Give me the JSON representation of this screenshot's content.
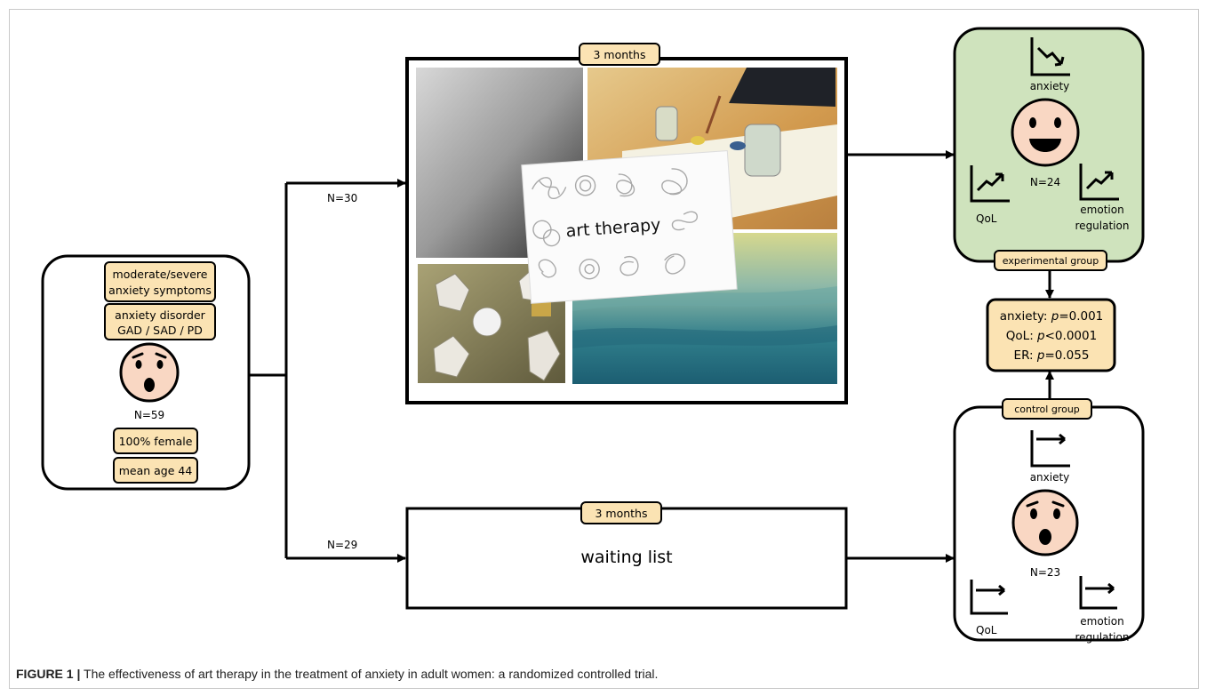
{
  "participants": {
    "tags": [
      "moderate/severe",
      "anxiety symptoms",
      "anxiety disorder",
      "GAD / SAD / PD"
    ],
    "n": "N=59",
    "female": "100% female",
    "age": "mean age 44"
  },
  "branches": {
    "upper_n": "N=30",
    "lower_n": "N=29"
  },
  "art_therapy": {
    "duration": "3 months",
    "label": "art therapy"
  },
  "waiting_list": {
    "duration": "3 months",
    "label": "waiting list"
  },
  "experimental": {
    "group_label": "experimental group",
    "n": "N=24",
    "anxiety": "anxiety",
    "qol": "QoL",
    "emotion": "emotion",
    "regulation": "regulation",
    "fill_color": "#cfe3bd"
  },
  "control": {
    "group_label": "control group",
    "n": "N=23",
    "anxiety": "anxiety",
    "qol": "QoL",
    "emotion": "emotion",
    "regulation": "regulation"
  },
  "results": {
    "anxiety_label": "anxiety: ",
    "anxiety_p": "p",
    "anxiety_val": "=0.001",
    "qol_label": "QoL: ",
    "qol_p": "p",
    "qol_val": "<0.0001",
    "er_label": "ER:  ",
    "er_p": "p",
    "er_val": "=0.055"
  },
  "caption": {
    "prefix": "FIGURE 1 |",
    "text": " The effectiveness of art therapy in the treatment of anxiety in adult women: a randomized controlled trial."
  },
  "colors": {
    "tag_fill": "#fbe3b3",
    "face_fill": "#f9d7c3"
  }
}
